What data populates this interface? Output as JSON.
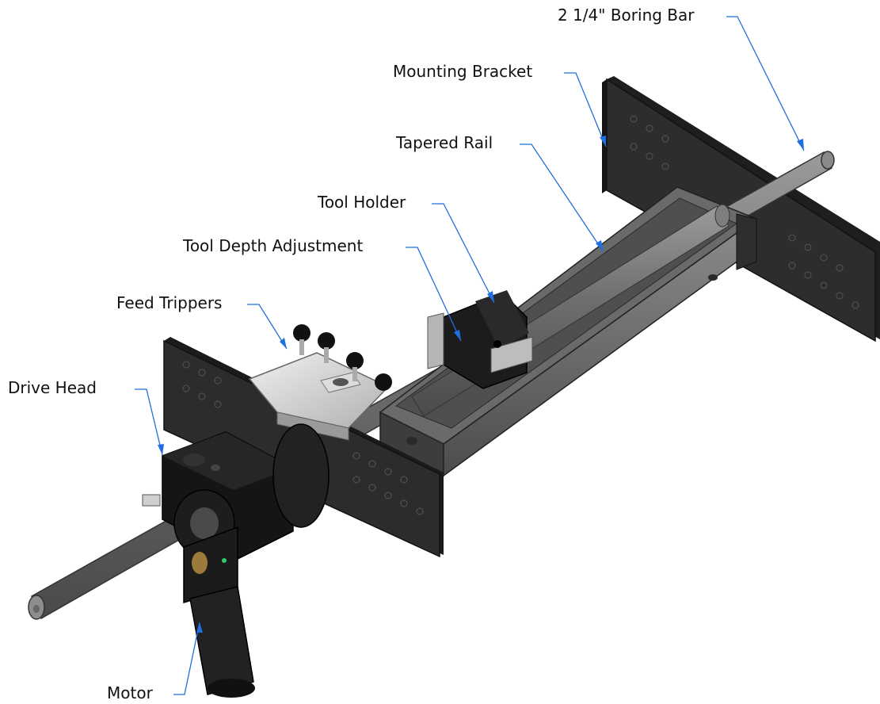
{
  "labels": {
    "boring_bar": "2 1/4\" Boring Bar",
    "mounting_bracket": "Mounting Bracket",
    "tapered_rail": "Tapered Rail",
    "tool_holder": "Tool Holder",
    "tool_depth_adjustment": "Tool Depth Adjustment",
    "feed_trippers": "Feed Trippers",
    "drive_head": "Drive Head",
    "motor": "Motor"
  },
  "colors": {
    "leader": "#1f6fe0",
    "bracket": "#2b2b2b",
    "rail": "#5a5a5a",
    "bar": "#7a7a7a",
    "aluminum": "#c8c8c8",
    "head": "#161616"
  }
}
